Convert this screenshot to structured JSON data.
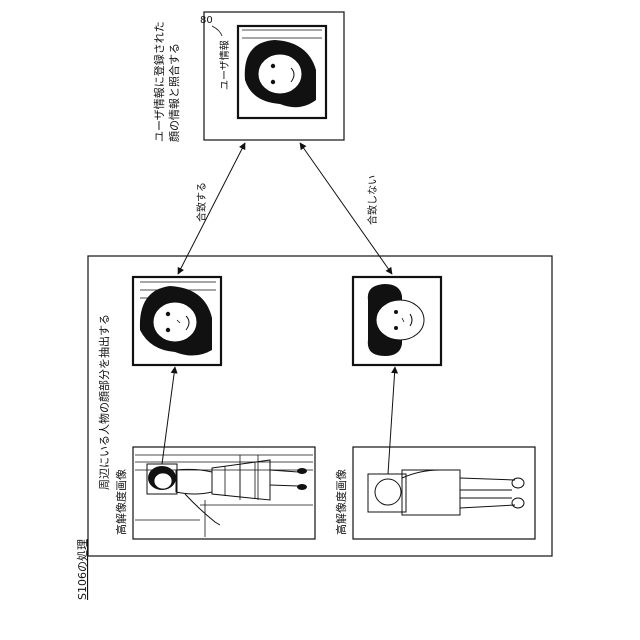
{
  "step_title": "S106の処理",
  "panel_extract": {
    "caption": "周辺にいる人物の顔部分を抽出する",
    "image_top_label": "高解像度画像",
    "image_bottom_label": "高解像度画像"
  },
  "user_info": {
    "ref_number": "80",
    "card_label": "ユーザ情報",
    "caption_line1": "ユーザ情報に登録された",
    "caption_line2": "顔の情報と照合する"
  },
  "match_labels": {
    "match": "合致する",
    "no_match": "合致しない"
  }
}
